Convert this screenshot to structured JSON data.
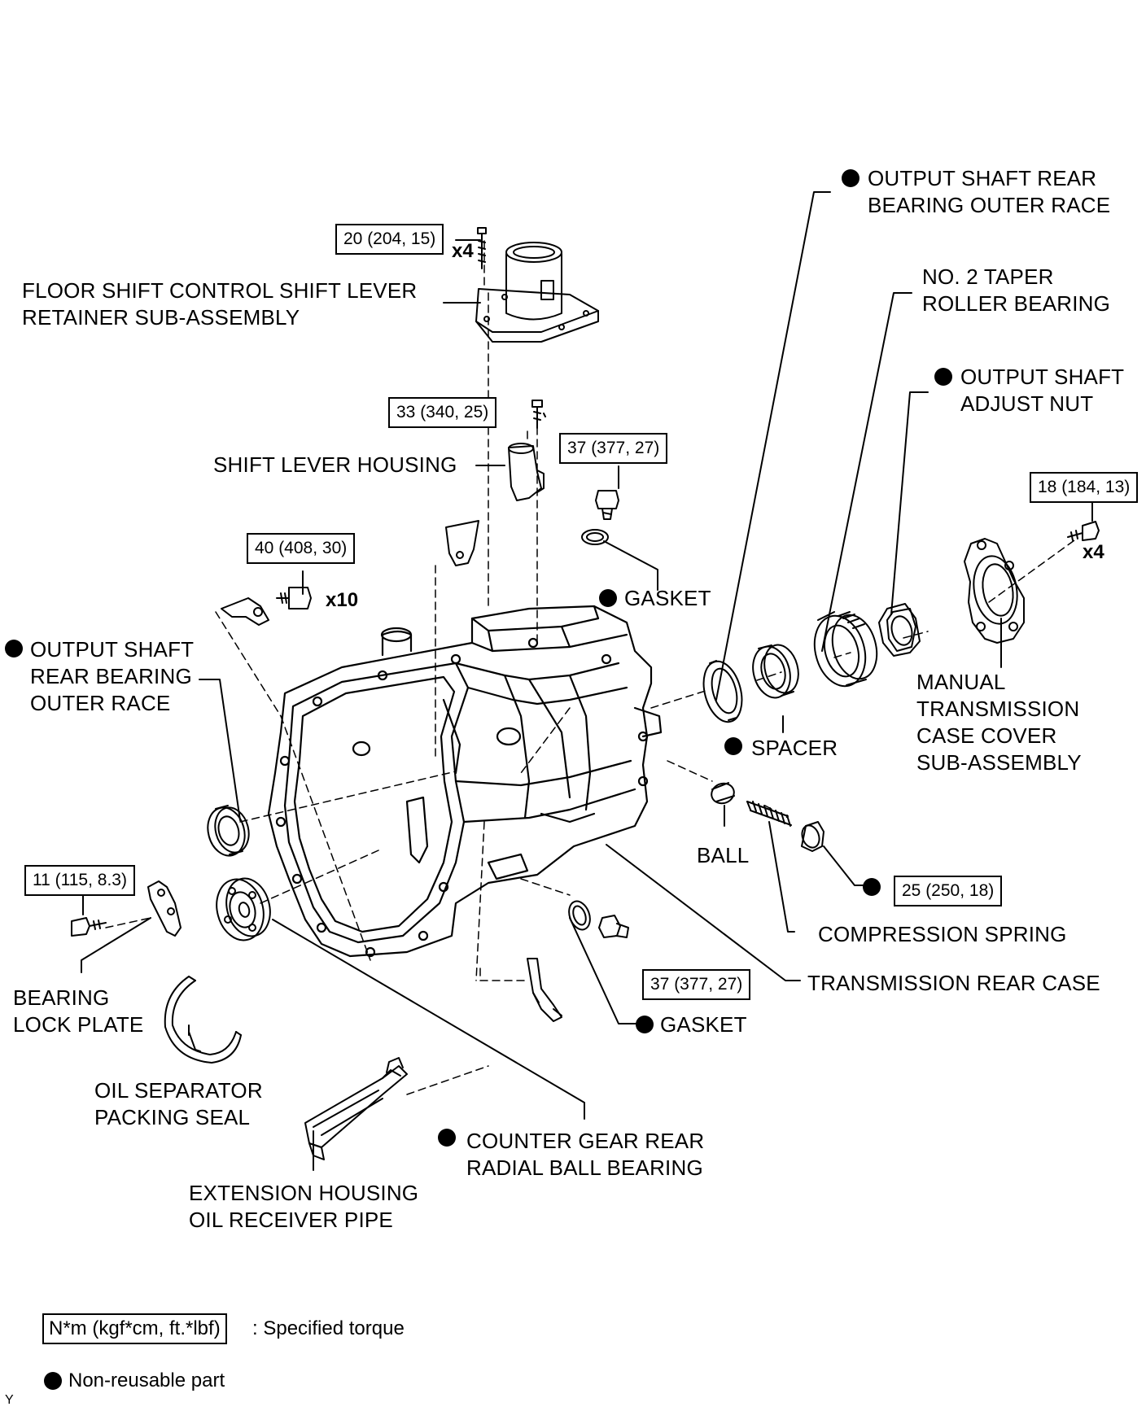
{
  "labels": {
    "output_race_top_1": "OUTPUT SHAFT REAR",
    "output_race_top_2": "BEARING OUTER RACE",
    "taper_1": "NO. 2 TAPER",
    "taper_2": "ROLLER BEARING",
    "adjust_nut_1": "OUTPUT SHAFT",
    "adjust_nut_2": "ADJUST NUT",
    "floor_shift_1": "FLOOR SHIFT CONTROL SHIFT LEVER",
    "floor_shift_2": "RETAINER SUB-ASSEMBLY",
    "shift_lever_housing": "SHIFT LEVER HOUSING",
    "gasket_top": "GASKET",
    "output_race_left_1": "OUTPUT SHAFT",
    "output_race_left_2": "REAR BEARING",
    "output_race_left_3": "OUTER RACE",
    "spacer": "SPACER",
    "case_cover_1": "MANUAL",
    "case_cover_2": "TRANSMISSION",
    "case_cover_3": "CASE COVER",
    "case_cover_4": "SUB-ASSEMBLY",
    "ball": "BALL",
    "compression_spring": "COMPRESSION SPRING",
    "rear_case": "TRANSMISSION REAR CASE",
    "gasket_bottom": "GASKET",
    "bearing_lock_1": "BEARING",
    "bearing_lock_2": "LOCK PLATE",
    "oil_sep_1": "OIL SEPARATOR",
    "oil_sep_2": "PACKING SEAL",
    "counter_gear_1": "COUNTER GEAR REAR",
    "counter_gear_2": "RADIAL BALL BEARING",
    "ext_housing_1": "EXTENSION HOUSING",
    "ext_housing_2": "OIL RECEIVER PIPE"
  },
  "torques": {
    "floor_shift": "20 (204, 15)",
    "shift_lever_housing": "33 (340, 25)",
    "plug_top": "37 (377, 27)",
    "case_cover": "18 (184, 13)",
    "bolts_left": "40 (408, 30)",
    "bearing_lock": "11 (115, 8.3)",
    "plug_right": "25 (250, 18)",
    "plug_bottom": "37 (377, 27)"
  },
  "quantities": {
    "floor_shift": "x4",
    "case_cover": "x4",
    "bolts_left": "x10"
  },
  "legend": {
    "torque_unit": "N*m (kgf*cm, ft.*lbf)",
    "torque_text": ": Specified torque",
    "nonreusable_text": "Non-reusable part"
  },
  "figure_code": "Y"
}
